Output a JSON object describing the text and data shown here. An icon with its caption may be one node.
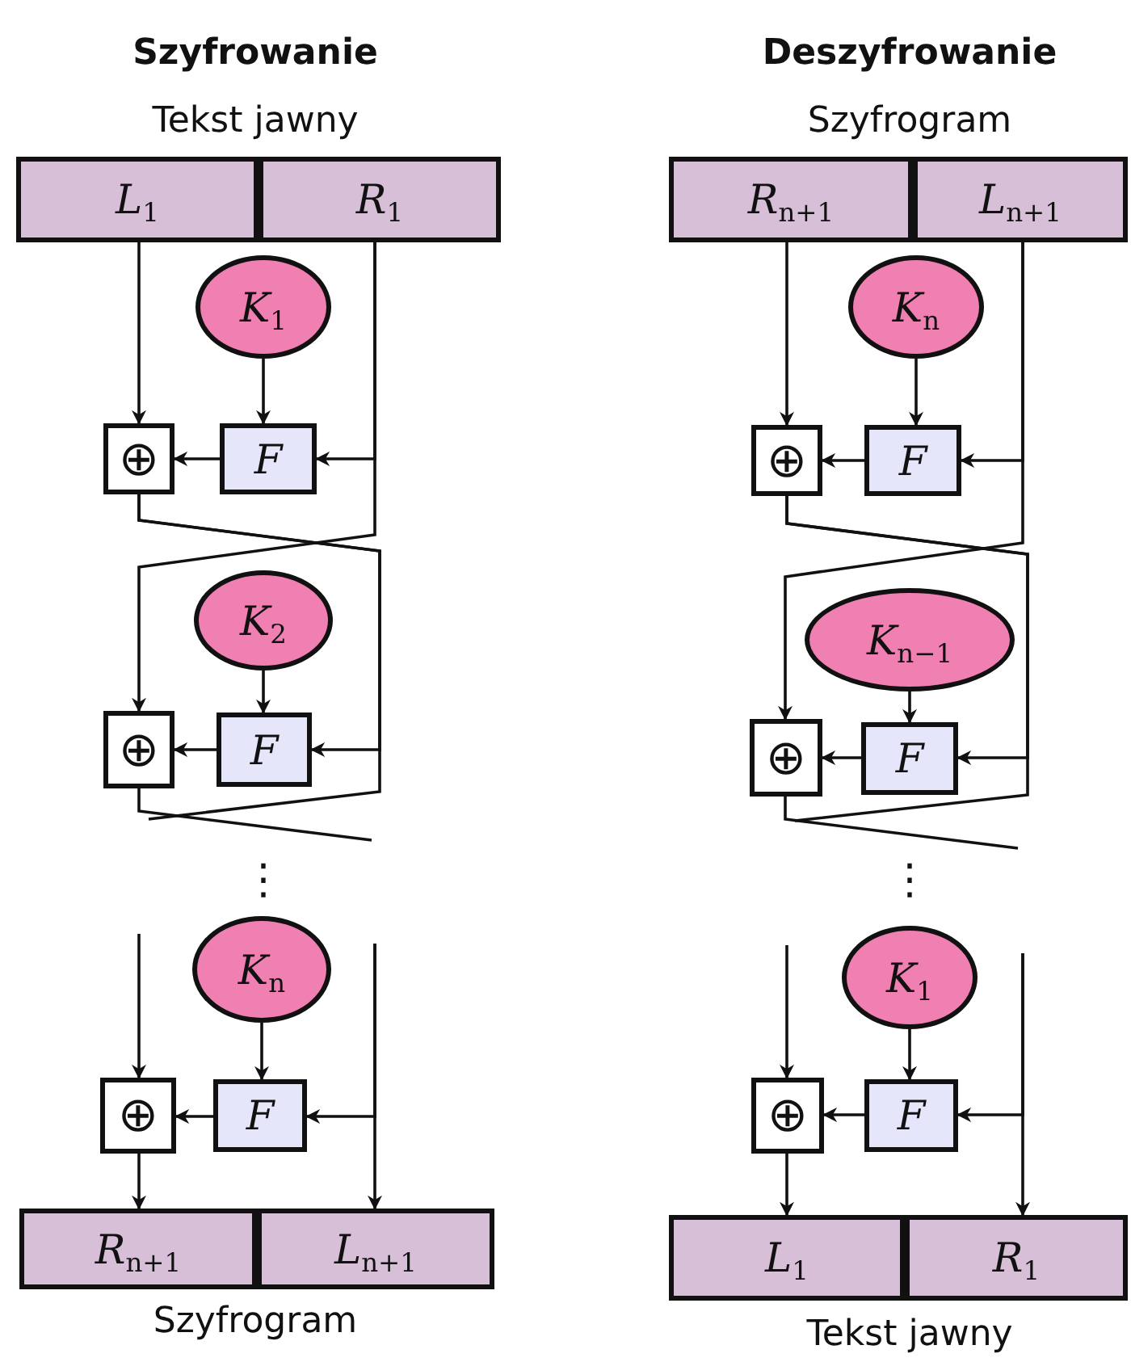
{
  "diagram": {
    "nodes": [
      {
        "text": [
          "*L*$_{1}$"
        ]
      },
      {
        "text": [
          "*R*$_{1}$"
        ]
      },
      {
        "text": [
          "*K*$_{1}$"
        ]
      },
      {
        "text": [
          "⊕"
        ]
      },
      {
        "text": [
          "F"
        ]
      },
      {
        "text": [
          "*K*$_{2}$"
        ]
      },
      {
        "text": [
          "⊕"
        ]
      },
      {
        "text": [
          "F"
        ]
      },
      {
        "text": [
          "*K*$_{n}$"
        ]
      },
      {
        "text": [
          "⊕"
        ]
      },
      {
        "text": [
          "F"
        ]
      },
      {
        "text": [
          "*R*$_{n+1}$"
        ]
      },
      {
        "text": [
          "*L*$_{n+1}$"
        ]
      },
      {
        "text": [
          "*R*$_{n+1}$"
        ]
      },
      {
        "text": [
          "*L*$_{n+1}$"
        ]
      },
      {
        "text": [
          "*K*$_{n}$"
        ]
      },
      {
        "text": [
          "⊕"
        ]
      },
      {
        "text": [
          "F"
        ]
      },
      {
        "text": [
          "*K*$_{n−1}$"
        ]
      },
      {
        "text": [
          "⊕"
        ]
      },
      {
        "text": [
          "F"
        ]
      },
      {
        "text": [
          "*K*$_{1}$"
        ]
      },
      {
        "text": [
          "⊕"
        ]
      },
      {
        "text": [
          "F"
        ]
      },
      {
        "text": [
          "*L*$_{1}$"
        ]
      },
      {
        "text": [
          "*R*$_{1}$"
        ]
      }
    ],
    "edges": [
      {
        "from": 0,
        "to": 3,
        "arrow": "to"
      },
      {
        "from": 1,
        "to": 4,
        "arrow": "to"
      },
      {
        "from": 1,
        "to": 6,
        "arrow": "to"
      },
      {
        "from": 2,
        "to": 4,
        "arrow": "to"
      },
      {
        "from": 4,
        "to": 3,
        "arrow": "to"
      },
      {
        "from": 3,
        "to": 7,
        "arrow": "to"
      },
      {
        "from": 3,
        "to": null,
        "arrow": "none"
      },
      {
        "from": 5,
        "to": 7,
        "arrow": "to"
      },
      {
        "from": 7,
        "to": 6,
        "arrow": "to"
      },
      {
        "from": 6,
        "to": null,
        "arrow": "none"
      },
      {
        "from": null,
        "to": 9,
        "arrow": "to"
      },
      {
        "from": null,
        "to": 10,
        "arrow": "to"
      },
      {
        "from": null,
        "to": 12,
        "arrow": "to"
      },
      {
        "from": 8,
        "to": 10,
        "arrow": "to"
      },
      {
        "from": 10,
        "to": 9,
        "arrow": "to"
      },
      {
        "from": 9,
        "to": 11,
        "arrow": "to"
      },
      {
        "from": 13,
        "to": 16,
        "arrow": "to"
      },
      {
        "from": 14,
        "to": 17,
        "arrow": "to"
      },
      {
        "from": 14,
        "to": 19,
        "arrow": "to"
      },
      {
        "from": 15,
        "to": 17,
        "arrow": "to"
      },
      {
        "from": 17,
        "to": 16,
        "arrow": "to"
      },
      {
        "from": 16,
        "to": 20,
        "arrow": "to"
      },
      {
        "from": 16,
        "to": null,
        "arrow": "none"
      },
      {
        "from": 18,
        "to": 20,
        "arrow": "to"
      },
      {
        "from": 20,
        "to": 19,
        "arrow": "to"
      },
      {
        "from": 19,
        "to": null,
        "arrow": "none"
      },
      {
        "from": null,
        "to": 22,
        "arrow": "to"
      },
      {
        "from": null,
        "to": 23,
        "arrow": "to"
      },
      {
        "from": null,
        "to": 25,
        "arrow": "to"
      },
      {
        "from": 21,
        "to": 23,
        "arrow": "to"
      },
      {
        "from": 23,
        "to": 22,
        "arrow": "to"
      },
      {
        "from": 22,
        "to": 24,
        "arrow": "to"
      }
    ],
    "labels": [
      "Szyfrowanie",
      "Deszyfrowanie",
      "Tekst jawny",
      "Szyfrogram",
      "⋮",
      "⋮",
      "Szyfrogram",
      "Tekst jawny"
    ]
  }
}
